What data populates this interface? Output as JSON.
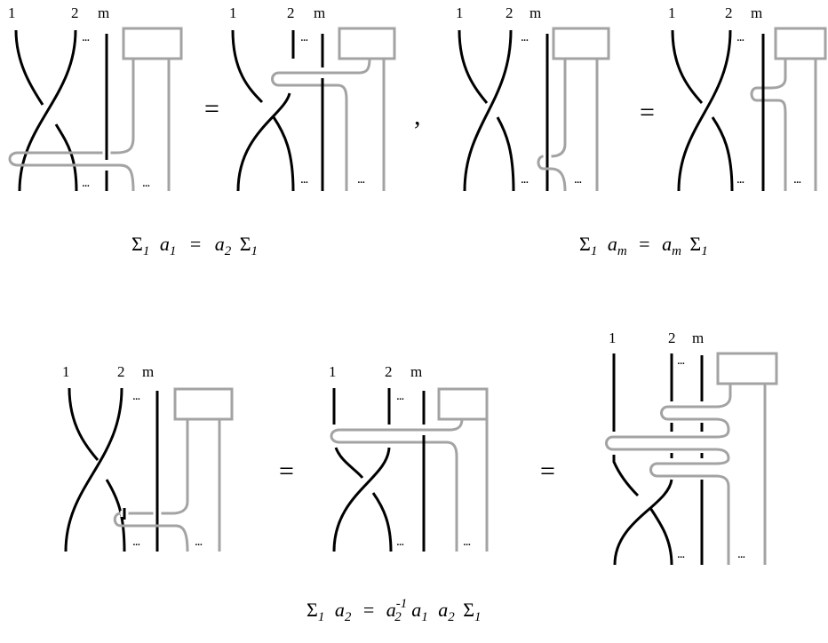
{
  "labels": {
    "strand1": "1",
    "strand2": "2",
    "strandm": "m",
    "dots": "..."
  },
  "symbols": {
    "equals": "=",
    "comma": ","
  },
  "relations": [
    {
      "lhs_sigma": "Σ",
      "lhs_sigma_sub": "1",
      "lhs_a": "a",
      "lhs_a_sub": "1",
      "eq": "=",
      "rhs_a": "a",
      "rhs_a_sub": "2",
      "rhs_sigma": "Σ",
      "rhs_sigma_sub": "1"
    },
    {
      "lhs_sigma": "Σ",
      "lhs_sigma_sub": "1",
      "lhs_a": "a",
      "lhs_a_sub": "m",
      "eq": "=",
      "rhs_a": "a",
      "rhs_a_sub": "m",
      "rhs_sigma": "Σ",
      "rhs_sigma_sub": "1"
    },
    {
      "lhs_sigma": "Σ",
      "lhs_sigma_sub": "1",
      "lhs_a": "a",
      "lhs_a_sub": "2",
      "eq": "=",
      "r1_a": "a",
      "r1_a_sup": "-1",
      "r1_a_sub": "2",
      "r2_a": "a",
      "r2_a_sub": "1",
      "r3_a": "a",
      "r3_a_sub": "2",
      "rhs_sigma": "Σ",
      "rhs_sigma_sub": "1"
    }
  ]
}
